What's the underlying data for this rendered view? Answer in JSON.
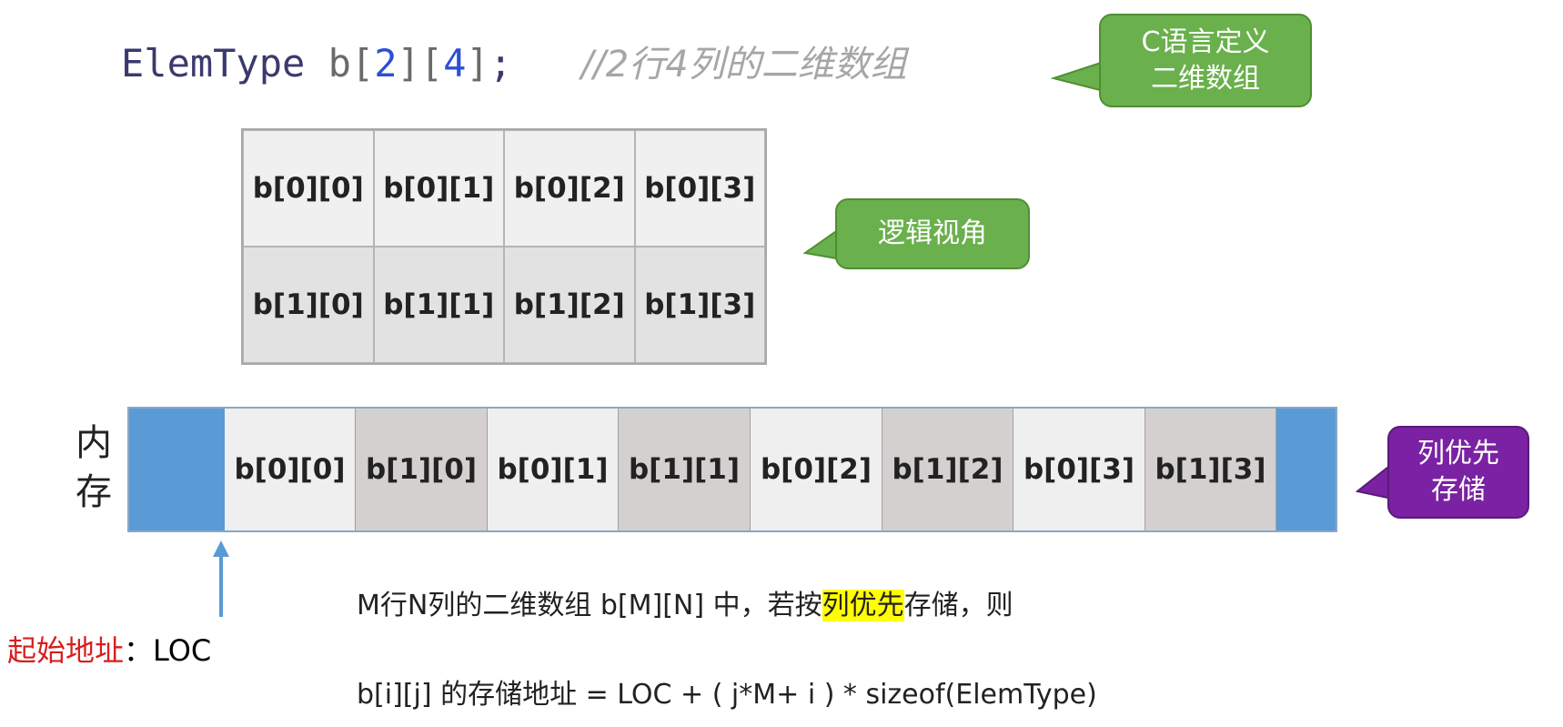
{
  "code": {
    "type": "ElemType",
    "var": "b",
    "dim1": "2",
    "dim2": "4",
    "end": ";",
    "comment": "//2行4列的二维数组"
  },
  "callouts": {
    "c_def": [
      "C语言定义",
      "二维数组"
    ],
    "logic": "逻辑视角",
    "colmajor": [
      "列优先",
      "存储"
    ]
  },
  "grid": [
    [
      "b[0][0]",
      "b[0][1]",
      "b[0][2]",
      "b[0][3]"
    ],
    [
      "b[1][0]",
      "b[1][1]",
      "b[1][2]",
      "b[1][3]"
    ]
  ],
  "memory": {
    "label": [
      "内",
      "存"
    ],
    "cells": [
      "b[0][0]",
      "b[1][0]",
      "b[0][1]",
      "b[1][1]",
      "b[0][2]",
      "b[1][2]",
      "b[0][3]",
      "b[1][3]"
    ]
  },
  "start": {
    "label": "起始地址",
    "sep": "：",
    "value": "LOC"
  },
  "text": {
    "line1_pre": "M行N列的二维数组 b[M][N] 中，若按",
    "line1_hl": "列优先",
    "line1_post": "存储，则",
    "line2": "b[i][j] 的存储地址 = LOC + ( j*M+ i ) * sizeof(ElemType)"
  },
  "colors": {
    "green": "#6ab04c",
    "purple": "#7a22a3",
    "blue": "#5b9bd5",
    "highlight": "#ffff00",
    "red": "#d81e1e"
  }
}
